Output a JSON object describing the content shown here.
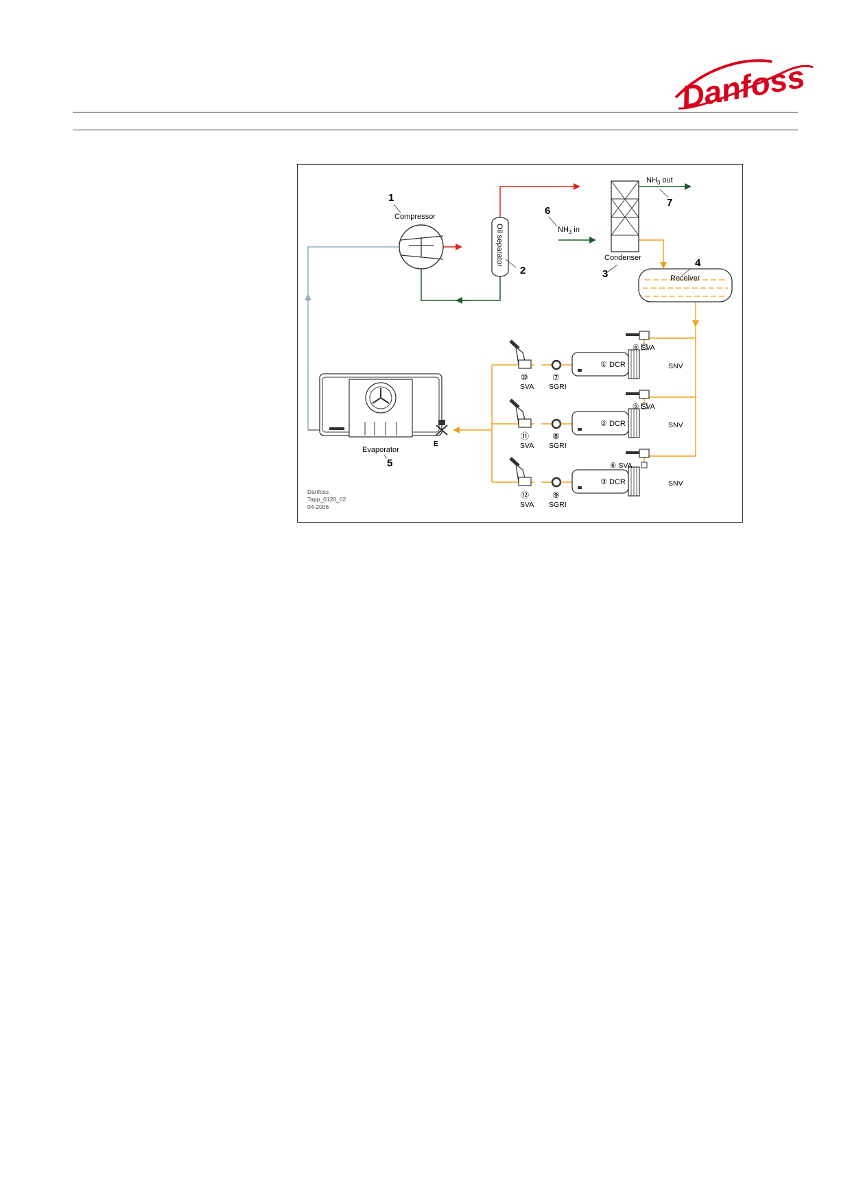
{
  "brand": {
    "logo_text": "Danfoss",
    "logo_color": "#d9001b"
  },
  "colors": {
    "discharge": "#e0281e",
    "oil_return": "#1d5e2a",
    "water": "#1d5e2a",
    "liquid": "#f0a21e",
    "suction": "#8fb2c2",
    "outline": "#333333"
  },
  "diagram": {
    "components": {
      "compressor": {
        "number": "1",
        "label": "Compressor"
      },
      "oil_separator": {
        "number": "2",
        "label": "Oil separator"
      },
      "condenser": {
        "number": "3",
        "label": "Condenser"
      },
      "receiver": {
        "number": "4",
        "label": "Receiver"
      },
      "evaporator": {
        "number": "5",
        "label": "Evaporator"
      },
      "nh3_in": {
        "number": "6",
        "label": "NH",
        "sub": "3",
        "suffix": " in"
      },
      "nh3_out": {
        "number": "7",
        "label": "NH",
        "sub": "3",
        "suffix": " out"
      },
      "expansion_valve": {
        "label": "E"
      },
      "snv_label": "SNV"
    },
    "branches": [
      {
        "dcr": {
          "number": "①",
          "label": "DCR"
        },
        "sva_in": {
          "number": "④",
          "label": "SVA"
        },
        "svgr": {
          "number": "⑦",
          "label": "SGRI"
        },
        "sva_out": {
          "number": "⑩",
          "label": "SVA"
        }
      },
      {
        "dcr": {
          "number": "②",
          "label": "DCR"
        },
        "sva_in": {
          "number": "⑤",
          "label": "SVA"
        },
        "svgr": {
          "number": "⑧",
          "label": "SGRI"
        },
        "sva_out": {
          "number": "⑪",
          "label": "SVA"
        }
      },
      {
        "dcr": {
          "number": "③",
          "label": "DCR"
        },
        "sva_in": {
          "number": "⑥",
          "label": "SVA"
        },
        "svgr": {
          "number": "⑨",
          "label": "SGRI"
        },
        "sva_out": {
          "number": "⑫",
          "label": "SVA"
        }
      }
    ],
    "caption": {
      "line1": "Danfoss",
      "line2": "Tapp_0120_02",
      "line3": "04-2006"
    }
  }
}
